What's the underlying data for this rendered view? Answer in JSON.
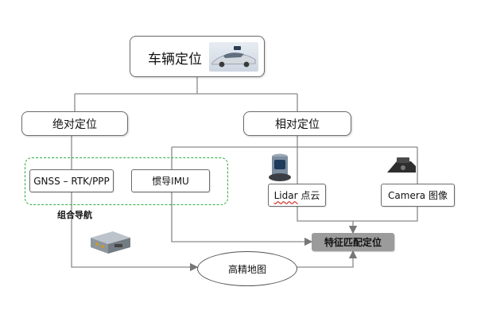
{
  "nodes": {
    "root": "车辆定位",
    "absolute": "绝对定位",
    "relative": "相对定位",
    "gnss": "GNSS – RTK/PPP",
    "imu": "惯导IMU",
    "lidar_word": "Lidar",
    "lidar_rest": " 点云",
    "camera": "Camera 图像",
    "feature_match": "特征匹配定位",
    "hd_map": "高精地图"
  },
  "group_caption": "组合导航",
  "icons": [
    "car-thumbnail-image",
    "lidar-sensor-image",
    "camera-sensor-image",
    "gnss-receiver-image"
  ],
  "colors": {
    "group_border": "#2eac3a",
    "box_border": "#6b6b6b",
    "feature_fill": "#9b9b9b"
  }
}
